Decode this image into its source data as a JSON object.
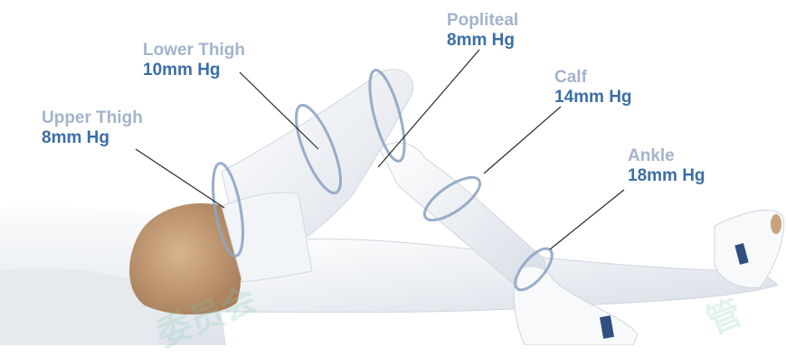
{
  "labels": [
    {
      "id": "popliteal",
      "name": "Popliteal",
      "value": "8mm Hg"
    },
    {
      "id": "lower-thigh",
      "name": "Lower Thigh",
      "value": "10mm Hg"
    },
    {
      "id": "calf",
      "name": "Calf",
      "value": "14mm Hg"
    },
    {
      "id": "upper-thigh",
      "name": "Upper Thigh",
      "value": "8mm Hg"
    },
    {
      "id": "ankle",
      "name": "Ankle",
      "value": "18mm Hg"
    }
  ],
  "watermark": {
    "text_left": "委员会",
    "text_right": "管"
  },
  "colors": {
    "label_name": "#a3b3cc",
    "label_value": "#3c6ea6",
    "leader_line": "#2a2a2a",
    "ring": "#8fa6c4",
    "stocking": "#f4f6f9",
    "skin": "#c9a27c"
  },
  "icons": [
    "compression-ring",
    "stocking-tag",
    "skin-thigh"
  ]
}
